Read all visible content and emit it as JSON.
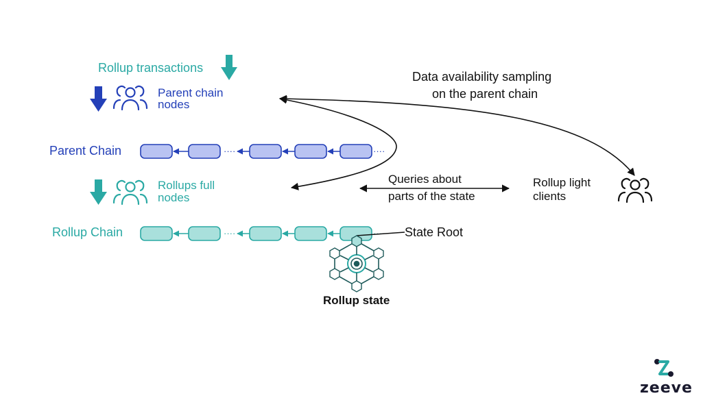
{
  "labels": {
    "rollup_transactions": "Rollup transactions",
    "parent_chain_nodes_line1": "Parent chain",
    "parent_chain_nodes_line2": "nodes",
    "parent_chain": "Parent Chain",
    "rollups_full_nodes_line1": "Rollups full",
    "rollups_full_nodes_line2": "nodes",
    "rollup_chain": "Rollup Chain",
    "state_root": "State Root",
    "rollup_state": "Rollup state",
    "das_line1": "Data availability sampling",
    "das_line2": "on the parent chain",
    "queries_line1": "Queries about",
    "queries_line2": "parts of the state",
    "light_clients_line1": "Rollup light",
    "light_clients_line2": "clients"
  },
  "brand": {
    "name": "zeeve"
  },
  "colors": {
    "teal": "#2aa9a4",
    "blue": "#2440b8",
    "parent_block_fill": "#b9c3f2",
    "rollup_block_fill": "#a9e0dc",
    "dark": "#111111"
  },
  "icons": {
    "parent_nodes": "users-icon",
    "rollup_nodes": "users-icon",
    "light_clients": "users-icon",
    "rollup_state": "blockchain-network-icon"
  }
}
